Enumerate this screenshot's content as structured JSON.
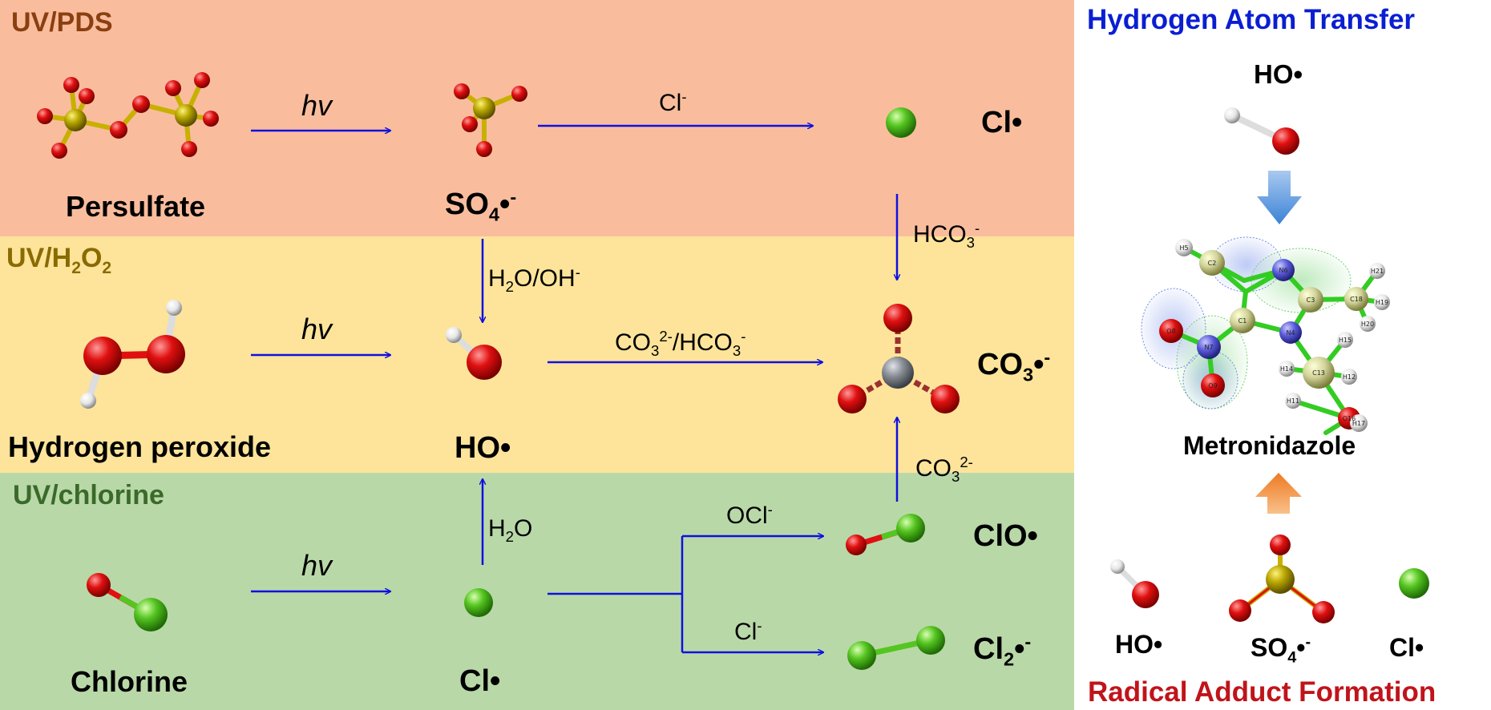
{
  "sections": {
    "uv_pds": {
      "label": "UV/PDS",
      "color": "#f9bd9d"
    },
    "uv_h2o2": {
      "label": "UV/H2O2",
      "color": "#fde49a"
    },
    "uv_chlorine": {
      "label": "UV/chlorine",
      "color": "#b9d8a8"
    }
  },
  "species": {
    "persulfate": "Persulfate",
    "sulfate_radical": "SO4•-",
    "chlorine_radical_top": "Cl•",
    "hydrogen_peroxide": "Hydrogen peroxide",
    "hydroxyl_radical": "HO•",
    "carbonate_radical": "CO3•-",
    "chlorine": "Chlorine",
    "chlorine_radical_bottom": "Cl•",
    "chlorine_monoxide_radical": "ClO•",
    "dichlorine_radical": "Cl2•-"
  },
  "conditions": {
    "hv_1": "hv",
    "hv_2": "hv",
    "hv_3": "hv",
    "cl_minus": "Cl-",
    "hco3_minus": "HCO3-",
    "h2o_oh": "H2O/OH-",
    "co3_hco3": "CO32-/HCO3-",
    "h2o": "H2O",
    "co3_2minus": "CO32-",
    "ocl_minus": "OCl-",
    "cl_minus_2": "Cl-"
  },
  "right_panel": {
    "title_top": "Hydrogen Atom Transfer",
    "ho_top": "HO•",
    "target": "Metronidazole",
    "ho_bottom": "HO•",
    "so4_bottom": "SO4•-",
    "cl_bottom": "Cl•",
    "title_bottom": "Radical Adduct Formation",
    "title_top_color": "#0a1ed2",
    "title_bottom_color": "#c0141a",
    "atom_labels": [
      "H5",
      "C2",
      "N6",
      "C3",
      "C18",
      "H21",
      "H19",
      "H20",
      "O8",
      "N7",
      "C1",
      "N4",
      "H15",
      "H14",
      "C13",
      "H12",
      "O9",
      "H11",
      "O16",
      "H17"
    ]
  },
  "colors": {
    "arrow": "#1010e0",
    "oxygen": "#e01010",
    "sulfur": "#b8a600",
    "chlorine": "#55c520",
    "hydrogen": "#eeeeee",
    "carbon": "#8a8f96",
    "uv_pds_text": "#8a3f10",
    "uv_h2o2_text": "#8a6a00",
    "uv_chlorine_text": "#3a6a2a"
  }
}
